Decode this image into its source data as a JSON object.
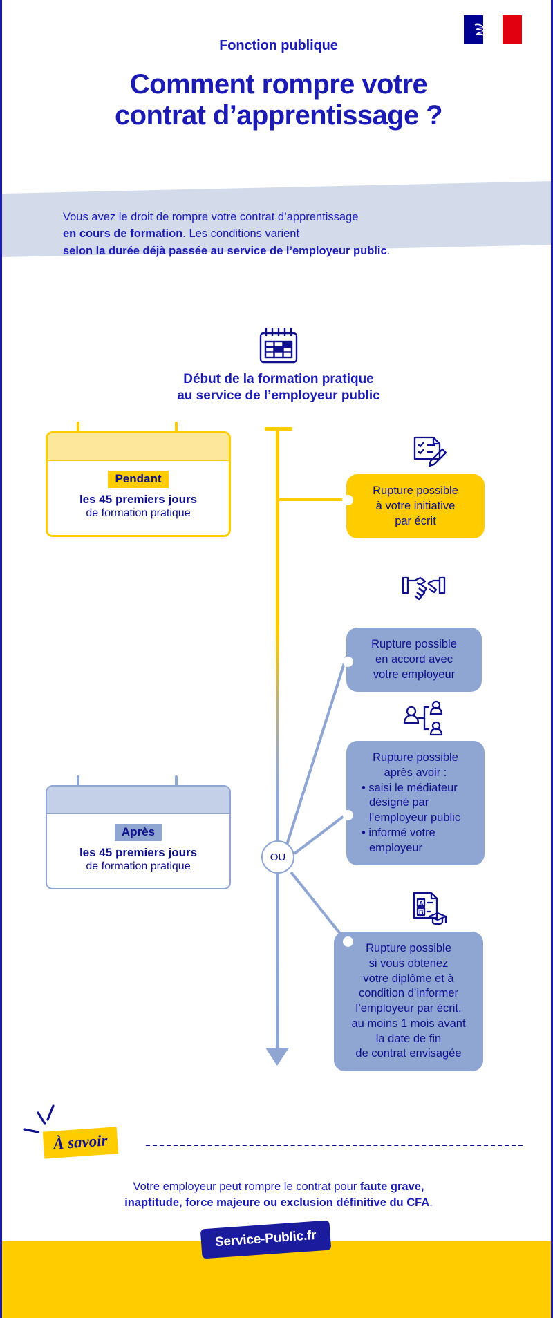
{
  "header": {
    "flag_alt": "republique-francaise-flag",
    "eyebrow": "Fonction publique",
    "title_line1": "Comment rompre votre",
    "title_line2": "contrat d’apprentissage ?"
  },
  "intro": {
    "line1": "Vous avez le droit de rompre votre contrat d’apprentissage",
    "line2_bold": "en cours de formation",
    "line2_rest": ". Les conditions varient",
    "line3_bold": "selon la durée déjà passée au service de l’employeur public",
    "line3_rest": "."
  },
  "timeline": {
    "start_icon": "calendar-icon",
    "start_heading_line1": "Début de la formation pratique",
    "start_heading_line2": "au service de l’employeur public",
    "branch_label": "OU",
    "arrow_icon": "down-arrow-icon"
  },
  "periods": [
    {
      "id": "pendant",
      "icon": "calendar-card-icon",
      "chip": "Pendant",
      "line1": "les 45 premiers jours",
      "line2": "de formation pratique",
      "accent": "#ffcc00"
    },
    {
      "id": "apres",
      "icon": "calendar-card-icon",
      "chip": "Après",
      "line1": "les 45 premiers jours",
      "line2": "de formation pratique",
      "accent": "#8fa5d2"
    }
  ],
  "outcomes": [
    {
      "id": "initiative",
      "icon": "checklist-pen-icon",
      "color": "#ffcc00",
      "lines": [
        "Rupture possible",
        "à votre initiative",
        "par écrit"
      ],
      "bullets": []
    },
    {
      "id": "accord",
      "icon": "handshake-icon",
      "color": "#8fa5d2",
      "lines": [
        "Rupture possible",
        "en accord avec",
        "votre employeur"
      ],
      "bullets": []
    },
    {
      "id": "mediateur",
      "icon": "mediator-people-icon",
      "color": "#8fa5d2",
      "lines": [
        "Rupture possible",
        "après avoir :"
      ],
      "bullets": [
        "saisi le médiateur désigné par l’employeur public",
        "informé votre employeur"
      ]
    },
    {
      "id": "diplome",
      "icon": "diploma-document-icon",
      "color": "#8fa5d2",
      "lines": [
        "Rupture possible",
        "si vous obtenez",
        "votre diplôme et à",
        "condition d’informer",
        "l’employeur par écrit,",
        "au moins 1 mois avant",
        "la date de fin",
        "de contrat envisagée"
      ],
      "bullets": []
    }
  ],
  "note": {
    "tag": "À savoir",
    "line1": "Votre employeur peut rompre le contrat pour ",
    "line1_bold": "faute grave,",
    "line2_bold": "inaptitude, force majeure ou exclusion définitive du CFA",
    "line2_rest": "."
  },
  "footer": {
    "brand": "Service-Public.fr",
    "band_color": "#ffcc00"
  },
  "colors": {
    "brand_blue": "#1b1bb3",
    "deep_blue": "#10108c",
    "yellow": "#ffcc00",
    "pale_yellow": "#fde79b",
    "soft_blue": "#8fa5d2",
    "pale_blue": "#d3daea"
  }
}
